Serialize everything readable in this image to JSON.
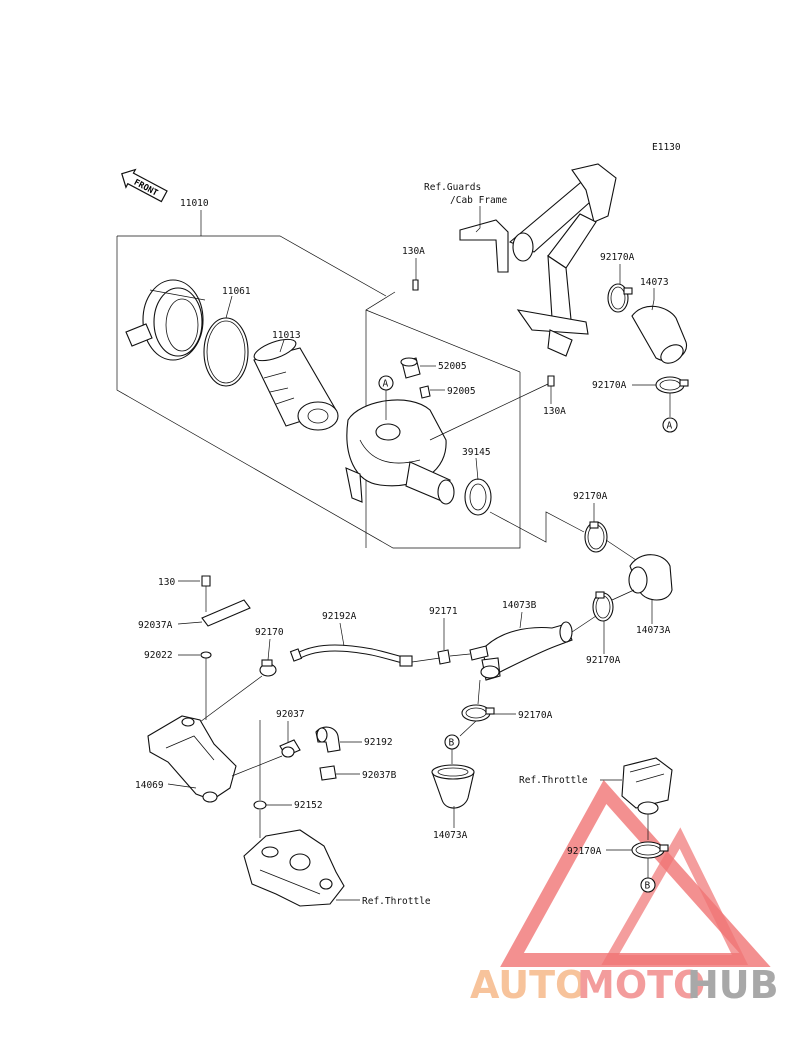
{
  "diagram_code": "E1130",
  "front_label": "FRONT",
  "refs": {
    "guards": "Ref.Guards",
    "cab_frame": "/Cab Frame",
    "throttle_right": "Ref.Throttle",
    "throttle_bottom": "Ref.Throttle"
  },
  "markers": {
    "a": "A",
    "b": "B"
  },
  "parts": {
    "p11010": "11010",
    "p11061": "11061",
    "p11013": "11013",
    "p130a_top": "130A",
    "p130a_right": "130A",
    "p52005": "52005",
    "p92005": "92005",
    "p39145": "39145",
    "p92170a_1": "92170A",
    "p14073": "14073",
    "p92170a_2": "92170A",
    "p92170a_3": "92170A",
    "p14073a_1": "14073A",
    "p92170a_4": "92170A",
    "p14073b": "14073B",
    "p92171": "92171",
    "p92192a": "92192A",
    "p130": "130",
    "p92037a": "92037A",
    "p92022": "92022",
    "p92170": "92170",
    "p92037": "92037",
    "p92192": "92192",
    "p92037b": "92037B",
    "p14069": "14069",
    "p92152": "92152",
    "p92170a_5": "92170A",
    "p14073a_2": "14073A",
    "p92170a_6": "92170A"
  },
  "watermark": {
    "part1": "AUTO",
    "part2": "MOTO",
    "part3": "HUB",
    "color_auto": "#f6b98a",
    "color_moto": "#f28b8b",
    "color_hub": "#9a9a9a",
    "triangle_color": "#ee5c5c"
  }
}
